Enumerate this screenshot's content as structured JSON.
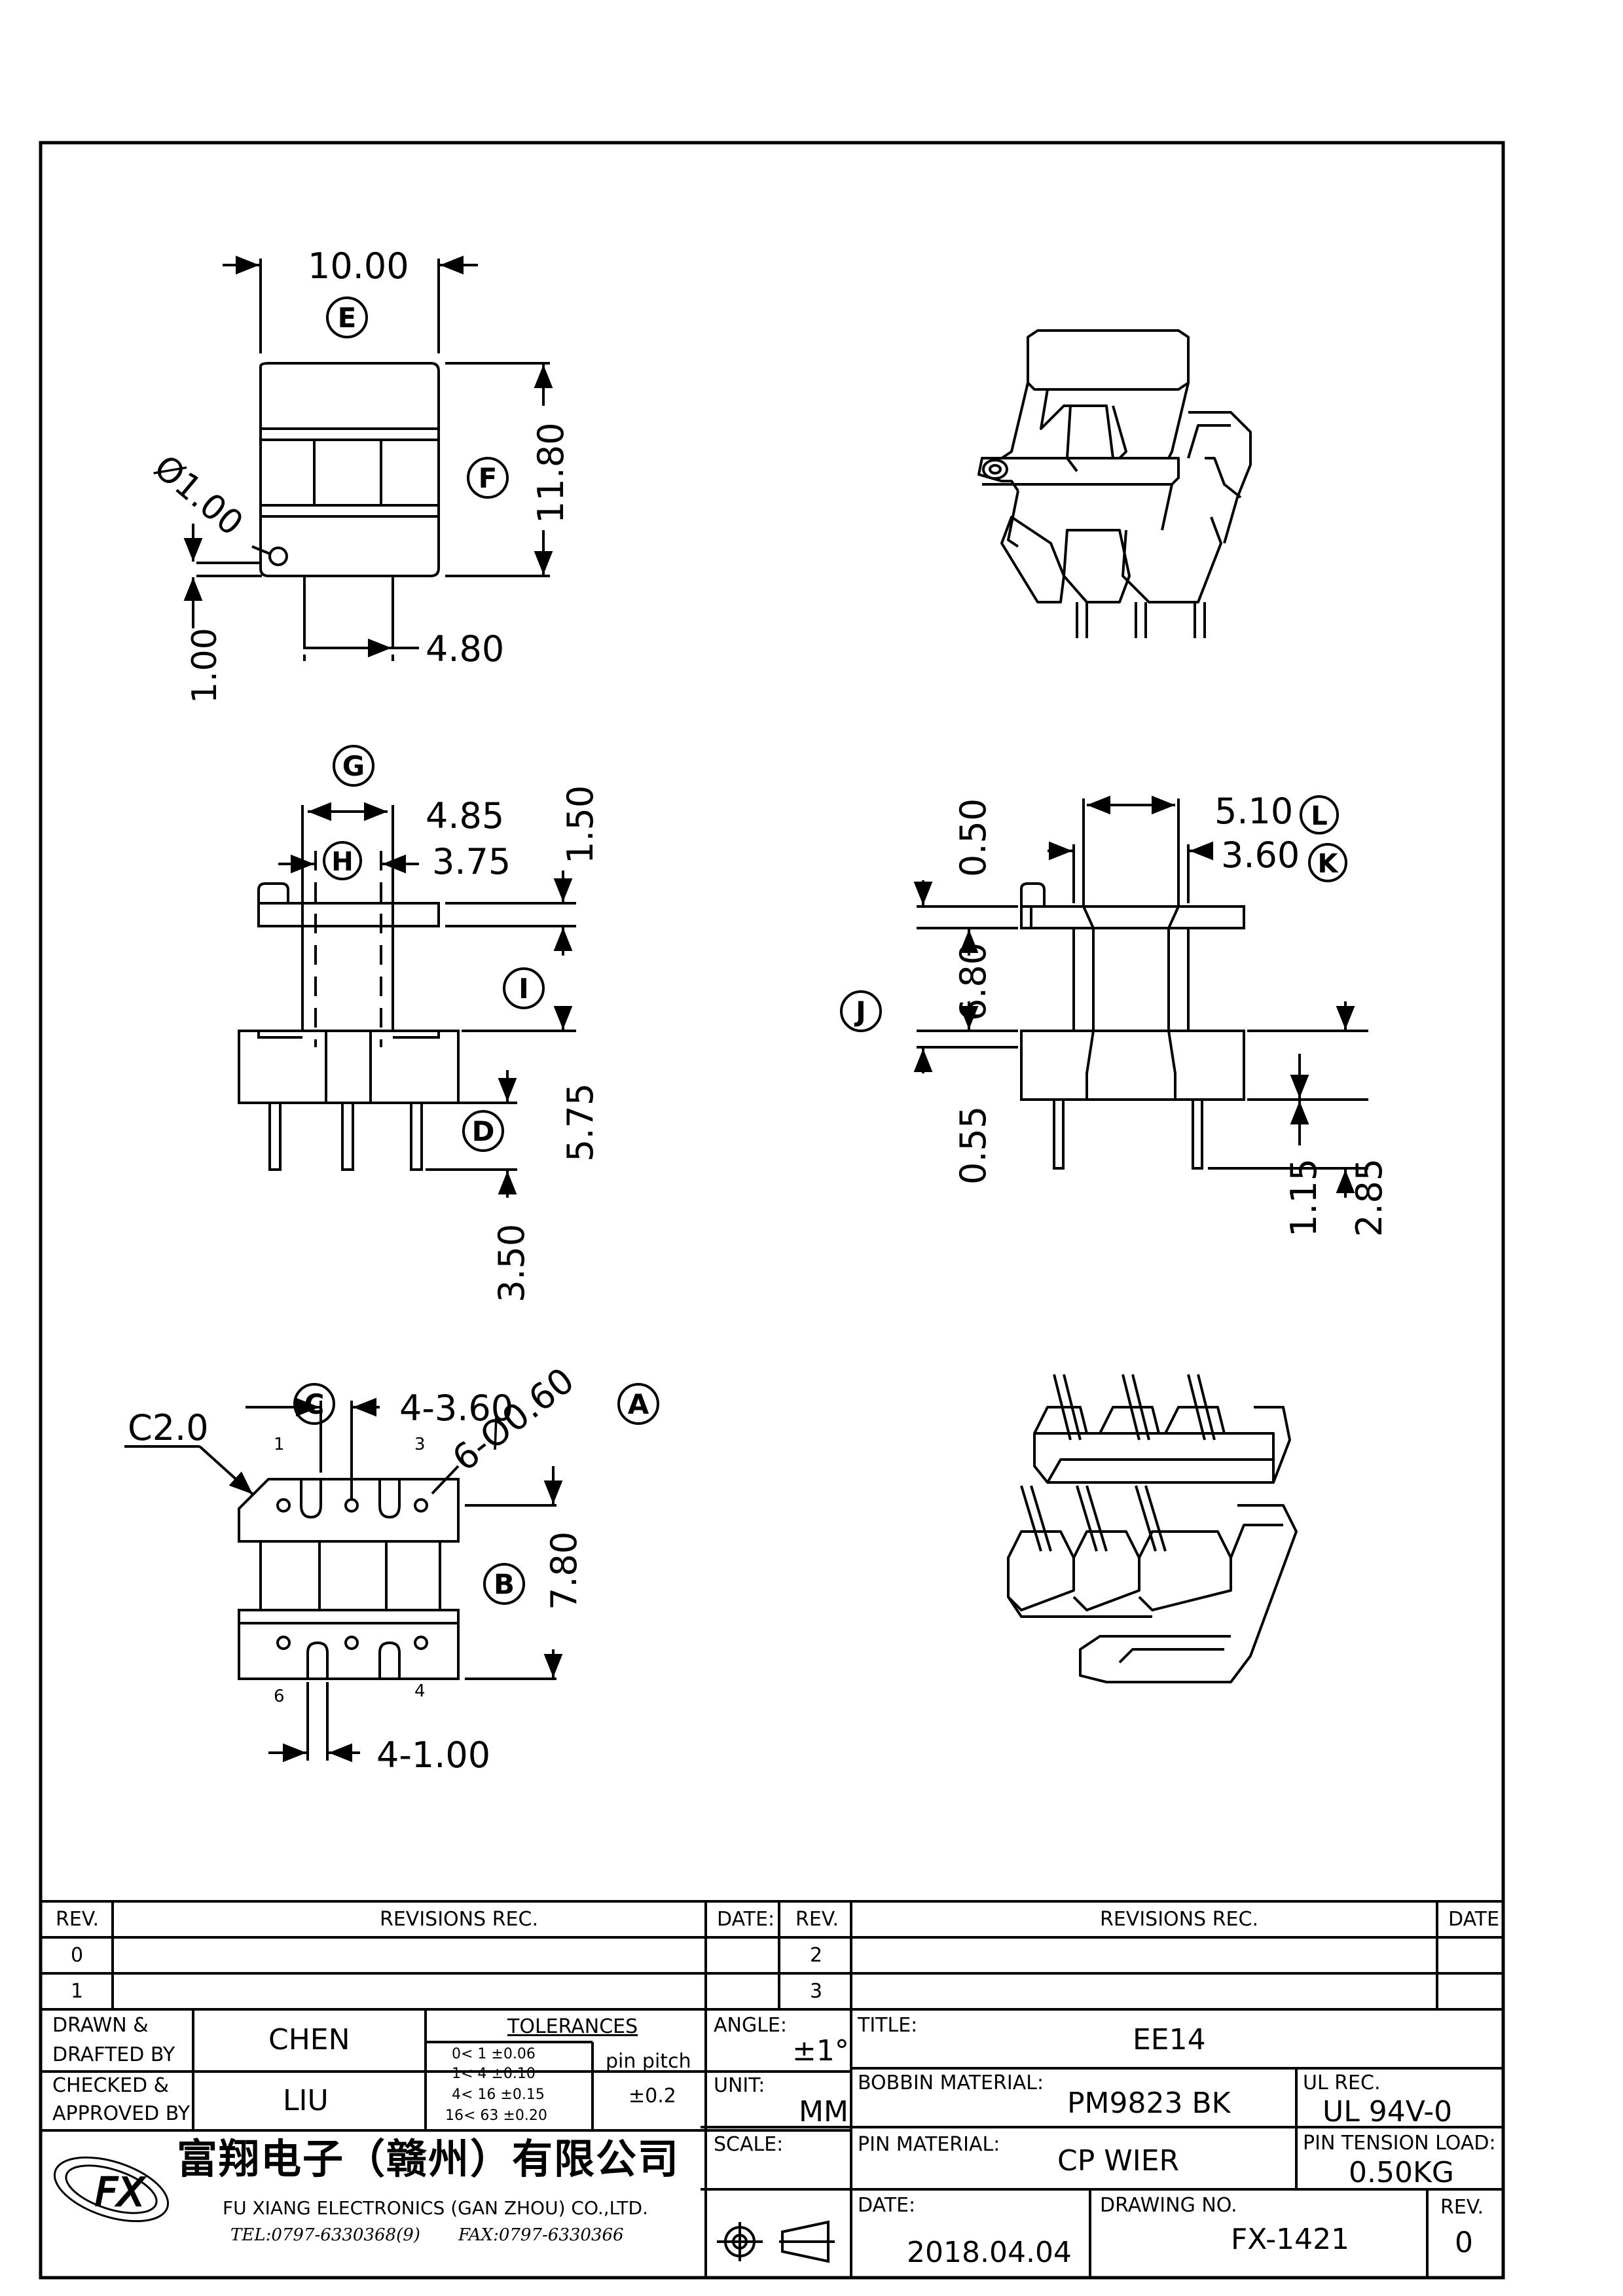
{
  "dimensions": {
    "e_width": "10.00",
    "f_height": "11.80",
    "hole_dia": "Ø1.00",
    "base_offset": "1.00",
    "tab_width": "4.80",
    "g_width": "4.85",
    "h_width": "3.75",
    "flange_top": "1.50",
    "i_height": "5.75",
    "d_pin": "3.50",
    "l_width": "5.10",
    "k_width": "3.60",
    "j_top_gap": "0.50",
    "j_height": "6.80",
    "j_bottom": "0.55",
    "step_a": "1.15",
    "step_b": "2.85",
    "chamfer": "C2.0",
    "pin_pitch": "4-3.60",
    "pin_holes": "6-Ø0.60",
    "b_height": "7.80",
    "slot_width": "4-1.00"
  },
  "callouts": [
    "E",
    "F",
    "G",
    "H",
    "I",
    "D",
    "J",
    "L",
    "K",
    "C",
    "A",
    "B"
  ],
  "pin_numbers": [
    "1",
    "3",
    "6",
    "4"
  ],
  "revisions": {
    "col_rev": "REV.",
    "col_rec": "REVISIONS   REC.",
    "col_date": "DATE:",
    "rows_left": [
      "0",
      "1"
    ],
    "rows_right": [
      "2",
      "3"
    ]
  },
  "title_block": {
    "drawn_label_1": "DRAWN &",
    "drawn_label_2": "DRAFTED BY",
    "drawn_by": "CHEN",
    "checked_label_1": "CHECKED &",
    "checked_label_2": "APPROVED BY",
    "approved_by": "LIU",
    "tolerances_label": "TOLERANCES",
    "tol_rows": [
      "0<  1   ±0.06",
      "1<  4   ±0.10",
      "4<  16  ±0.15",
      "16<  63  ±0.20"
    ],
    "pin_pitch_label": "pin pitch",
    "pin_pitch_value": "±0.2",
    "angle_label": "ANGLE:",
    "angle_value": "±1°",
    "unit_label": "UNIT:",
    "unit_value": "MM",
    "scale_label": "SCALE:",
    "title_label": "TITLE:",
    "title_value": "EE14",
    "bobbin_material_label": "BOBBIN MATERIAL:",
    "bobbin_material_value": "PM9823 BK",
    "ul_rec_label": "UL REC.",
    "ul_rec_value": "UL 94V-0",
    "pin_material_label": "PIN MATERIAL:",
    "pin_material_value": "CP WIER",
    "pin_tension_label": "PIN TENSION LOAD:",
    "pin_tension_value": "0.50KG",
    "date_label": "DATE:",
    "date_value": "2018.04.04",
    "drawing_no_label": "DRAWING NO.",
    "drawing_no_value": "FX-1421",
    "rev_label": "REV.",
    "rev_value": "0"
  },
  "company": {
    "name_cn": "富翔电子（赣州）有限公司",
    "name_en": "FU XIANG ELECTRONICS (GAN ZHOU) CO.,LTD.",
    "tel": "TEL:0797-6330368(9)",
    "fax": "FAX:0797-6330366",
    "logo_text": "FX"
  }
}
